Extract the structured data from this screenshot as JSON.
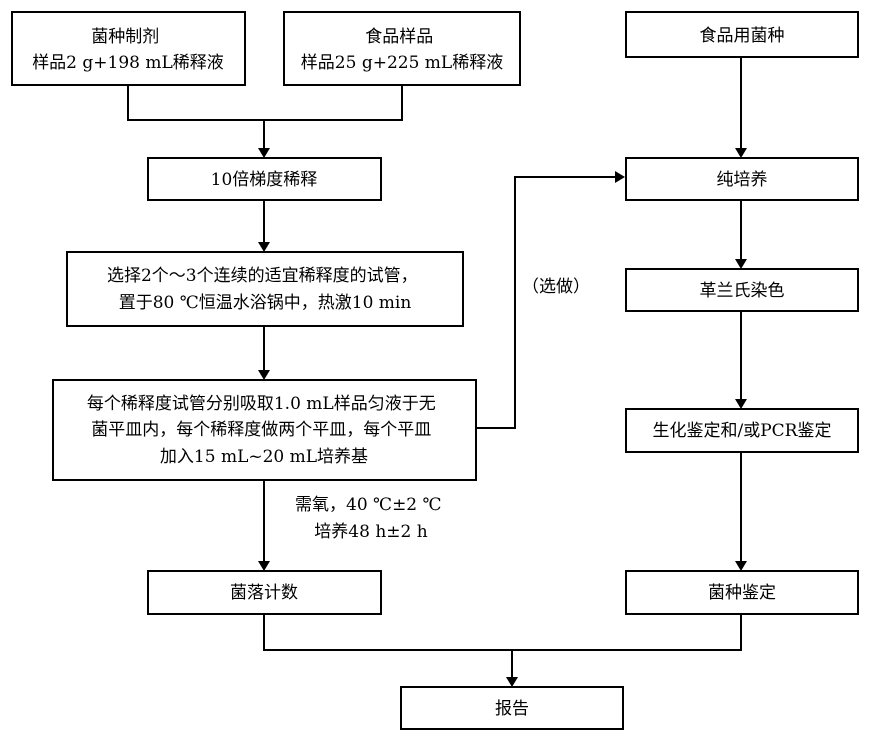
{
  "nodes": {
    "bacterial_prep": [
      "菌种制剂",
      "样品2 g+198 mL稀释液"
    ],
    "food_sample": [
      "食品样品",
      "样品25 g+225 mL稀释液"
    ],
    "food_strain": [
      "食品用菌种"
    ],
    "serial_dilution": [
      "10倍梯度稀释"
    ],
    "heat_shock": [
      "选择2个～3个连续的适宜稀释度的试管，",
      "置于80 ℃恒温水浴锅中，热激10 min"
    ],
    "plating": [
      "每个稀释度试管分别吸取1.0 mL样品匀液于无",
      "菌平皿内，每个稀释度做两个平皿，每个平皿",
      "加入15 mL~20 mL培养基"
    ],
    "colony_count": [
      "菌落计数"
    ],
    "purification": [
      "纯培养"
    ],
    "gram_stain": [
      "革兰氏染色"
    ],
    "biochem_pcr": [
      "生化鉴定和/或PCR鉴定"
    ],
    "strain_id": [
      "菌种鉴定"
    ],
    "report": [
      "报告"
    ]
  },
  "edge_labels": {
    "optional": "（选做）",
    "incubation": [
      "需氧，40 ℃±2 ℃",
      "培养48 h±2 h"
    ]
  }
}
